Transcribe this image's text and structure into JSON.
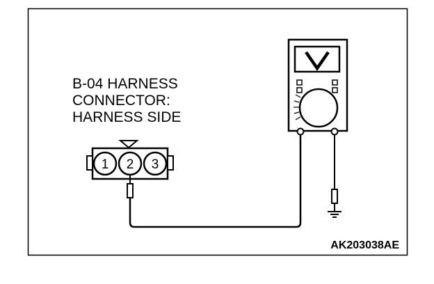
{
  "connector_label": {
    "line1": "B-04 HARNESS",
    "line2": "CONNECTOR:",
    "line3": "HARNESS SIDE"
  },
  "pins": [
    "1",
    "2",
    "3"
  ],
  "meter": {
    "display_symbol": "V"
  },
  "figure_code": "AK203038AE",
  "colors": {
    "line": "#000000",
    "background": "#ffffff"
  }
}
